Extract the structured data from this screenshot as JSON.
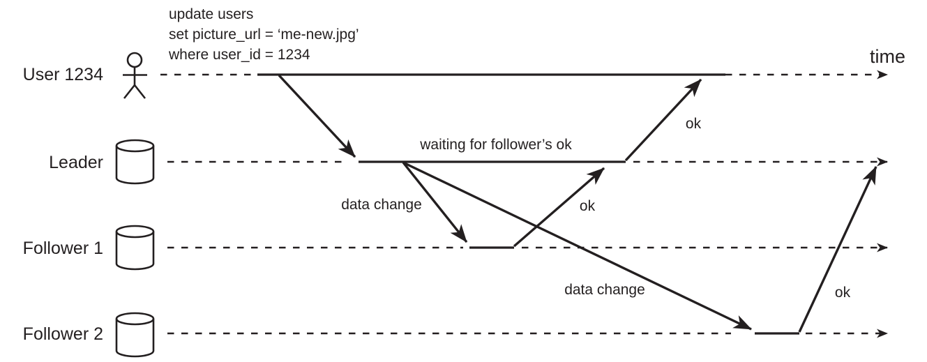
{
  "diagram": {
    "time_label": "time",
    "rows": [
      {
        "id": "user",
        "label": "User 1234",
        "icon": "person-icon"
      },
      {
        "id": "leader",
        "label": "Leader",
        "icon": "database-cylinder-icon"
      },
      {
        "id": "follower1",
        "label": "Follower 1",
        "icon": "database-cylinder-icon"
      },
      {
        "id": "follower2",
        "label": "Follower 2",
        "icon": "database-cylinder-icon"
      }
    ],
    "query": [
      "update users",
      "set picture_url = ‘me-new.jpg’",
      "where user_id = 1234"
    ],
    "annotations": {
      "waiting": "waiting for follower’s ok",
      "data_change_to_follower1": "data change",
      "data_change_to_follower2": "data change",
      "ok_follower1_to_leader": "ok",
      "ok_leader_to_user": "ok",
      "ok_follower2_to_leader": "ok"
    },
    "colors": {
      "ink": "#231f20",
      "bg": "#ffffff"
    }
  }
}
